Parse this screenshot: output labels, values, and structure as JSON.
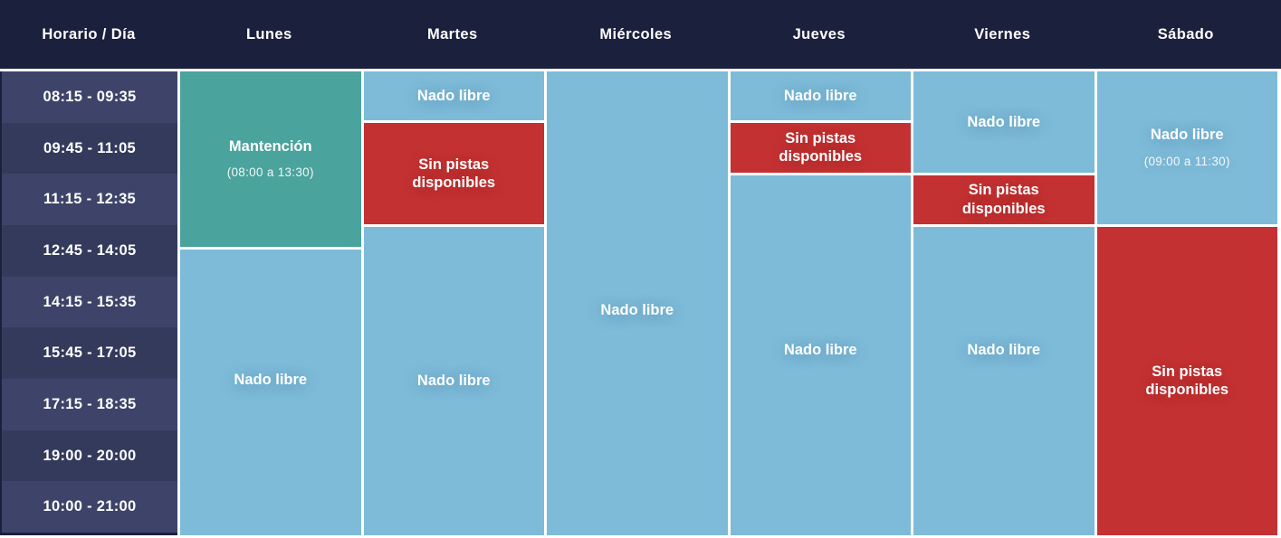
{
  "header": {
    "columns": [
      "Horario / Día",
      "Lunes",
      "Martes",
      "Miércoles",
      "Jueves",
      "Viernes",
      "Sábado"
    ]
  },
  "time_slots": [
    "08:15 - 09:35",
    "09:45 - 11:05",
    "11:15 - 12:35",
    "12:45 - 14:05",
    "14:15 - 15:35",
    "15:45 - 17:05",
    "17:15 - 18:35",
    "19:00 - 20:00",
    "10:00 - 21:00"
  ],
  "labels": {
    "free_swim": "Nado libre",
    "no_lanes": "Sin pistas disponibles",
    "maintenance": "Mantención"
  },
  "days": {
    "lunes": {
      "maintenance": {
        "label": "Mantención",
        "sublabel": "(08:00 a 13:30)"
      },
      "free_swim": {
        "label": "Nado libre"
      }
    },
    "martes": {
      "free_swim_morning": {
        "label": "Nado libre"
      },
      "no_lanes": {
        "label": "Sin pistas disponibles"
      },
      "free_swim": {
        "label": "Nado libre"
      }
    },
    "miercoles": {
      "free_swim": {
        "label": "Nado libre"
      }
    },
    "jueves": {
      "free_swim_morning": {
        "label": "Nado libre"
      },
      "no_lanes": {
        "label": "Sin pistas disponibles"
      },
      "free_swim": {
        "label": "Nado libre"
      }
    },
    "viernes": {
      "free_swim_morning": {
        "label": "Nado libre"
      },
      "no_lanes": {
        "label": "Sin pistas disponibles"
      },
      "free_swim": {
        "label": "Nado libre"
      }
    },
    "sabado": {
      "free_swim": {
        "label": "Nado libre",
        "sublabel": "(09:00 a 11:30)"
      },
      "no_lanes": {
        "label": "Sin pistas disponibles"
      }
    }
  },
  "colors": {
    "header_bg": "#1b203d",
    "time_row_light": "#3e4469",
    "time_row_dark": "#343a5c",
    "free_swim_blue": "#7dbbd9",
    "maintenance_teal": "#4aa39c",
    "no_lanes_red": "#c43132",
    "text": "#ffffff",
    "gutter": "#ffffff"
  },
  "chart_data": {
    "type": "table",
    "title": "Horario piscina semanal",
    "columns": [
      "Horario / Día",
      "Lunes",
      "Martes",
      "Miércoles",
      "Jueves",
      "Viernes",
      "Sábado"
    ],
    "rows": [
      [
        "08:15 - 09:35",
        "Mantención (08:00 a 13:30)",
        "Nado libre",
        "Nado libre",
        "Nado libre",
        "Nado libre",
        "Nado libre (09:00 a 11:30)"
      ],
      [
        "09:45 - 11:05",
        "Mantención (08:00 a 13:30)",
        "Sin pistas disponibles",
        "Nado libre",
        "Sin pistas disponibles",
        "Nado libre",
        "Nado libre (09:00 a 11:30)"
      ],
      [
        "11:15 - 12:35",
        "Mantención (08:00 a 13:30)",
        "Sin pistas disponibles",
        "Nado libre",
        "Nado libre",
        "Sin pistas disponibles",
        "Nado libre (09:00 a 11:30)"
      ],
      [
        "12:45 - 14:05",
        "Nado libre",
        "Nado libre",
        "Nado libre",
        "Nado libre",
        "Nado libre",
        "Sin pistas disponibles"
      ],
      [
        "14:15 - 15:35",
        "Nado libre",
        "Nado libre",
        "Nado libre",
        "Nado libre",
        "Nado libre",
        "Sin pistas disponibles"
      ],
      [
        "15:45 - 17:05",
        "Nado libre",
        "Nado libre",
        "Nado libre",
        "Nado libre",
        "Nado libre",
        "Sin pistas disponibles"
      ],
      [
        "17:15 - 18:35",
        "Nado libre",
        "Nado libre",
        "Nado libre",
        "Nado libre",
        "Nado libre",
        "Sin pistas disponibles"
      ],
      [
        "19:00 - 20:00",
        "Nado libre",
        "Nado libre",
        "Nado libre",
        "Nado libre",
        "Nado libre",
        "Sin pistas disponibles"
      ],
      [
        "10:00 - 21:00",
        "Nado libre",
        "Nado libre",
        "Nado libre",
        "Nado libre",
        "Nado libre",
        "Sin pistas disponibles"
      ]
    ]
  }
}
